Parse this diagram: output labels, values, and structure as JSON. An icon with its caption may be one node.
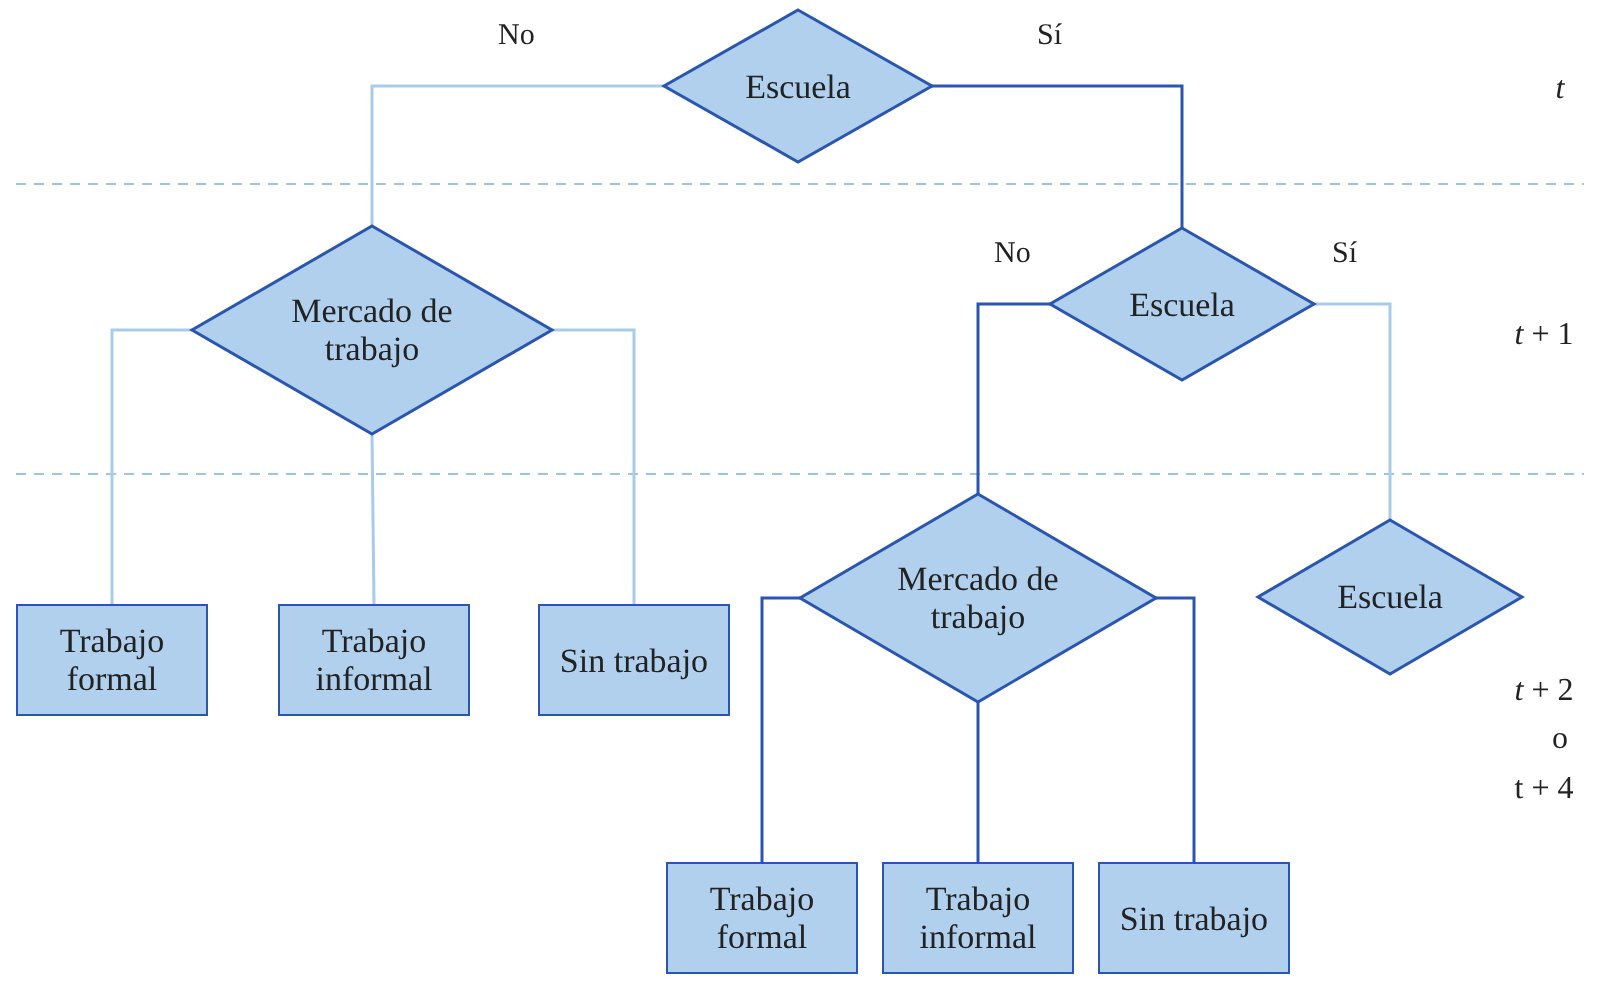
{
  "diagram": {
    "nodes": [
      {
        "text": [
          "Escuela"
        ]
      },
      {
        "text": [
          "Mercado de trabajo"
        ]
      },
      {
        "text": [
          "Trabajo formal"
        ]
      },
      {
        "text": [
          "Trabajo informal"
        ]
      },
      {
        "text": [
          "Sin trabajo"
        ]
      },
      {
        "text": [
          "Escuela"
        ]
      },
      {
        "text": [
          "Mercado de trabajo"
        ]
      },
      {
        "text": [
          "Escuela"
        ]
      },
      {
        "text": [
          "Trabajo formal"
        ]
      },
      {
        "text": [
          "Trabajo informal"
        ]
      },
      {
        "text": [
          "Sin trabajo"
        ]
      }
    ],
    "edges": [
      {
        "from": 0,
        "to": 1,
        "arrow": "none",
        "label": "No",
        "color": "#a9cbea"
      },
      {
        "from": 0,
        "to": 5,
        "arrow": "none",
        "label": "Sí",
        "color": "#2a56b0"
      },
      {
        "from": 1,
        "to": 2,
        "arrow": "none",
        "color": "#a9cbea"
      },
      {
        "from": 1,
        "to": 3,
        "arrow": "none",
        "color": "#a9cbea"
      },
      {
        "from": 1,
        "to": 4,
        "arrow": "none",
        "color": "#a9cbea"
      },
      {
        "from": 5,
        "to": 6,
        "arrow": "none",
        "label": "No",
        "color": "#2a56b0"
      },
      {
        "from": 5,
        "to": 7,
        "arrow": "none",
        "label": "Sí",
        "color": "#a9cbea"
      },
      {
        "from": 6,
        "to": 8,
        "arrow": "none",
        "color": "#2a56b0"
      },
      {
        "from": 6,
        "to": 9,
        "arrow": "none",
        "color": "#2a56b0"
      },
      {
        "from": 6,
        "to": 10,
        "arrow": "none",
        "color": "#2a56b0"
      }
    ],
    "labels": [
      "*t*",
      "*t* + 1",
      "*t* + 2",
      "o",
      "t + 4"
    ]
  }
}
